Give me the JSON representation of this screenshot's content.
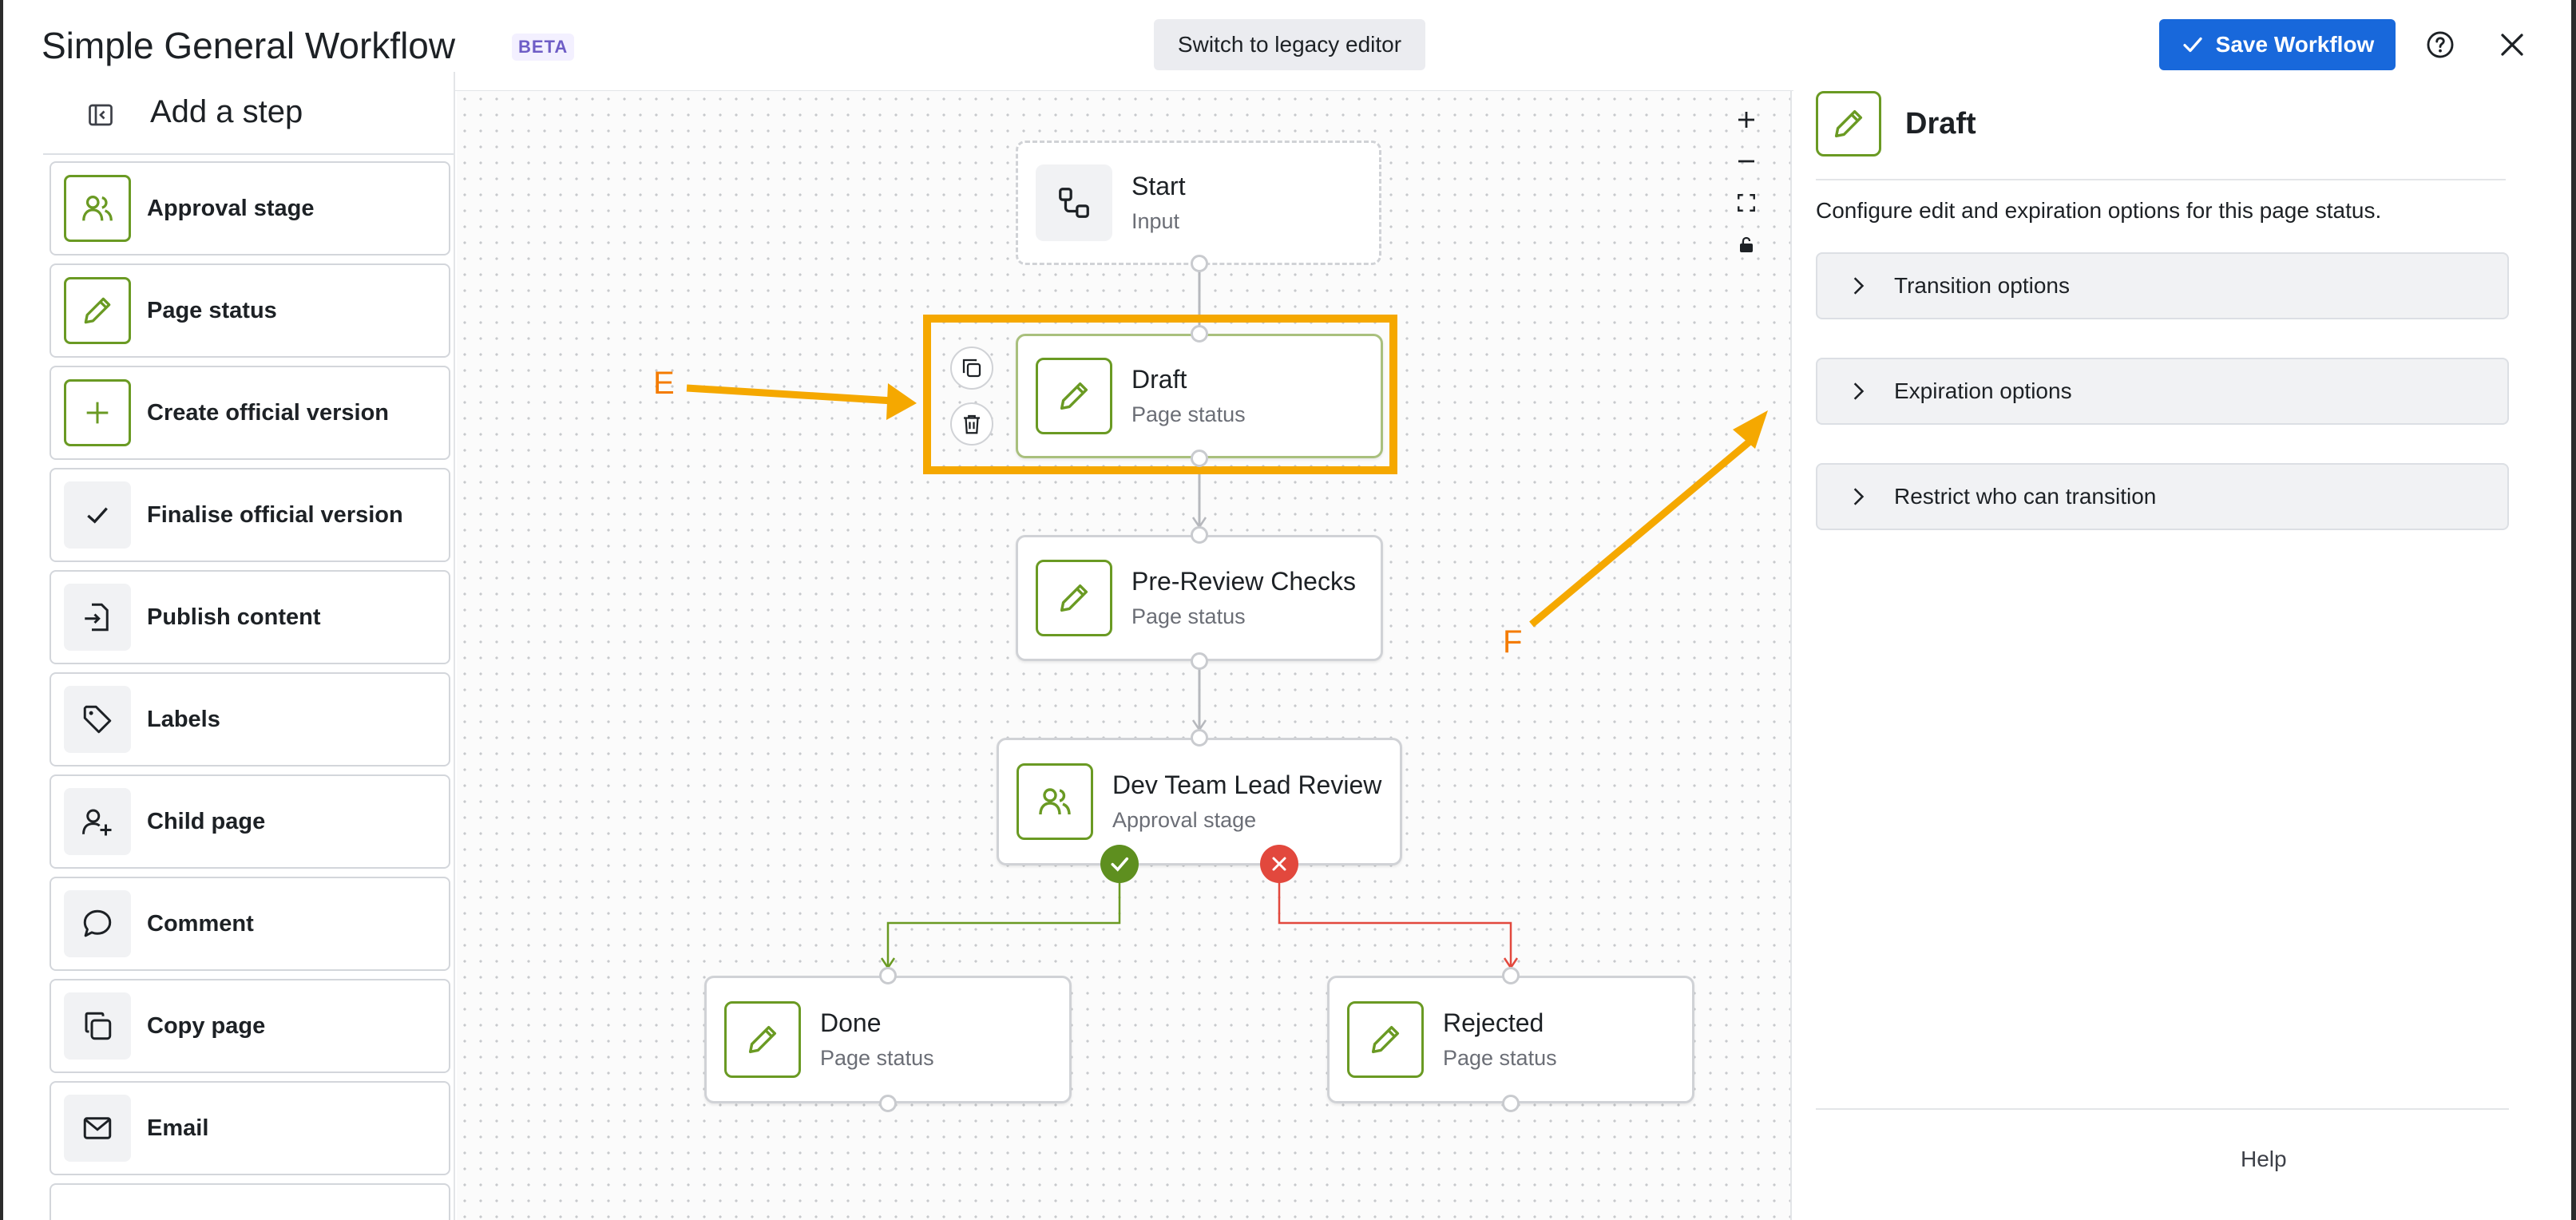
{
  "header": {
    "title": "Simple General Workflow",
    "badge": "BETA",
    "legacy_button": "Switch to legacy editor",
    "save_button": "Save Workflow"
  },
  "left_panel": {
    "title": "Add a step",
    "steps": [
      {
        "label": "Approval stage",
        "icon": "users-icon"
      },
      {
        "label": "Page status",
        "icon": "pencil-icon"
      },
      {
        "label": "Create official version",
        "icon": "plus-icon"
      },
      {
        "label": "Finalise official version",
        "icon": "check-icon"
      },
      {
        "label": "Publish content",
        "icon": "publish-icon"
      },
      {
        "label": "Labels",
        "icon": "tag-icon"
      },
      {
        "label": "Child page",
        "icon": "add-user-icon"
      },
      {
        "label": "Comment",
        "icon": "comment-icon"
      },
      {
        "label": "Copy page",
        "icon": "copy-icon"
      },
      {
        "label": "Email",
        "icon": "mail-icon"
      }
    ]
  },
  "canvas": {
    "nodes": {
      "start": {
        "title": "Start",
        "subtitle": "Input"
      },
      "draft": {
        "title": "Draft",
        "subtitle": "Page status"
      },
      "prereview": {
        "title": "Pre-Review Checks",
        "subtitle": "Page status"
      },
      "devlead": {
        "title": "Dev Team Lead Review",
        "subtitle": "Approval stage"
      },
      "done": {
        "title": "Done",
        "subtitle": "Page status"
      },
      "rejected": {
        "title": "Rejected",
        "subtitle": "Page status"
      }
    },
    "annotations": {
      "e": "E",
      "f": "F"
    }
  },
  "right_panel": {
    "title": "Draft",
    "description": "Configure edit and expiration options for this page status.",
    "sections": [
      "Transition options",
      "Expiration options",
      "Restrict who can transition"
    ],
    "help": "Help"
  },
  "colors": {
    "accent_green": "#6a9a23",
    "brand_blue": "#1868db",
    "highlight": "#f5a800",
    "reject_red": "#e2483d"
  }
}
